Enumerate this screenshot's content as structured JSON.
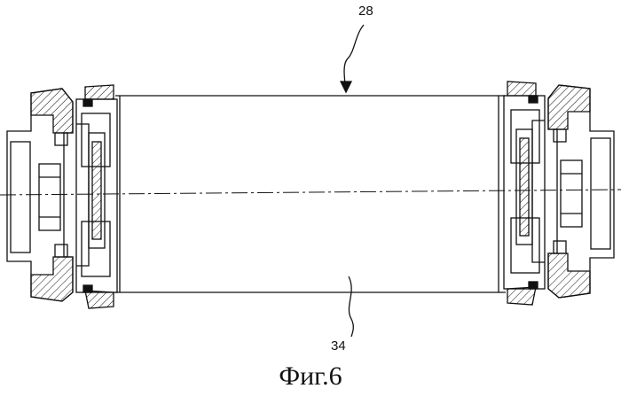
{
  "figure": {
    "caption": "Фиг.6",
    "ref_top": "28",
    "ref_bottom": "34"
  },
  "colors": {
    "line": "#111111",
    "background": "#ffffff"
  }
}
